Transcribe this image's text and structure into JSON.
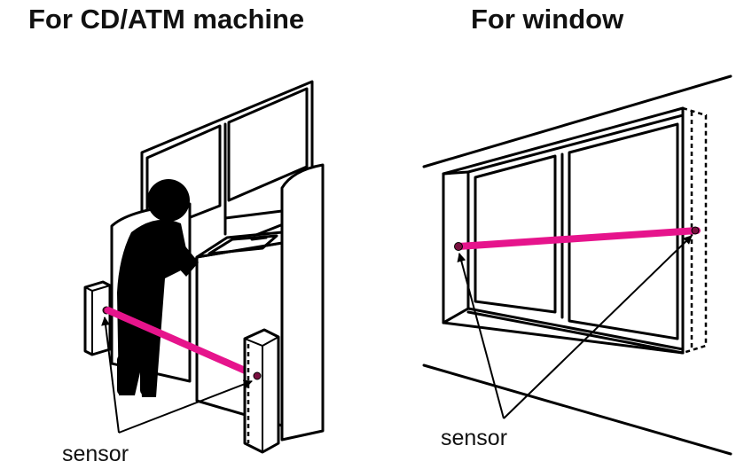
{
  "left_panel": {
    "title": "For CD/ATM machine",
    "sensor_label": "sensor"
  },
  "right_panel": {
    "title": "For window",
    "sensor_label": "sensor"
  },
  "colors": {
    "beam": "#e6148c",
    "line": "#000000",
    "background": "#ffffff"
  },
  "icons": [
    "person-silhouette-icon",
    "sensor-post-icon",
    "arrow-icon"
  ]
}
